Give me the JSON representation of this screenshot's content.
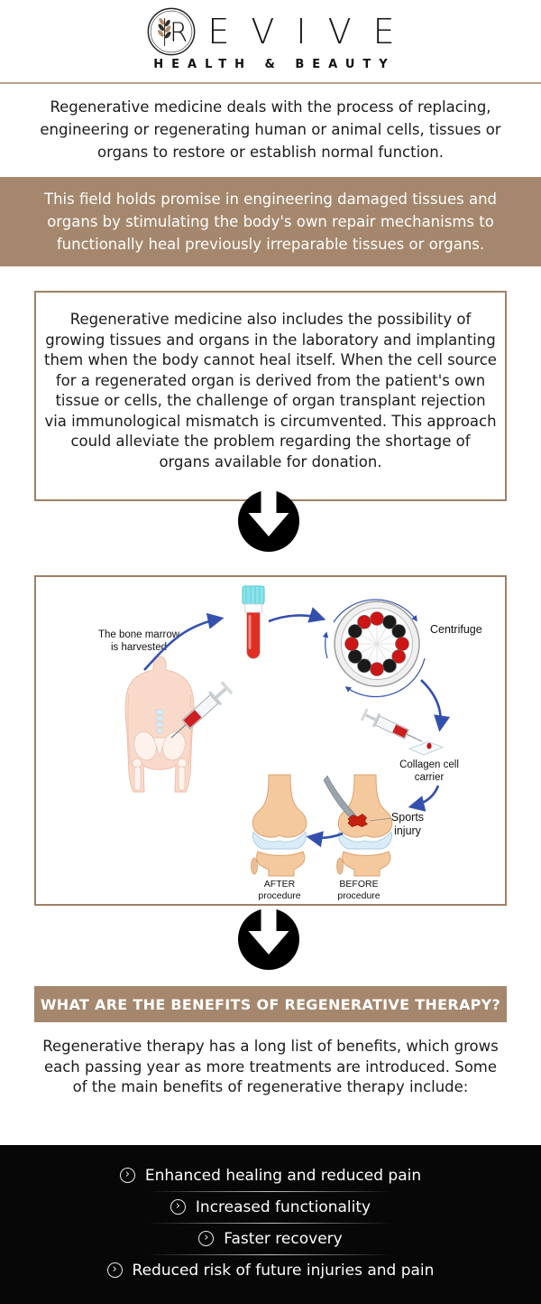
{
  "logo": {
    "brand_initial": "R",
    "brand_rest": "EVIVE",
    "tagline": "HEALTH & BEAUTY"
  },
  "intro": {
    "text": "Regenerative medicine deals with the process of replacing, engineering or regenerating human or animal cells, tissues or organs to restore or establish normal function."
  },
  "banner1": {
    "text": "This field holds promise in engineering damaged tissues and organs by stimulating the body's own repair mechanisms to functionally heal previously irreparable tissues or organs."
  },
  "box1": {
    "text": "Regenerative medicine also includes the possibility of growing tissues and organs in the laboratory and implanting them when the body cannot heal itself. When the cell source for a regenerated organ is derived from the patient's own tissue or cells, the challenge of organ transplant rejection via immunological mismatch is circumvented. This approach could alleviate the problem regarding the shortage of organs available for donation."
  },
  "diagram": {
    "labels": {
      "bone_marrow_1": "The bone marrow",
      "bone_marrow_2": "is harvested",
      "centrifuge": "Centrifuge",
      "collagen_1": "Collagen cell",
      "collagen_2": "carrier",
      "sports_1": "Sports",
      "sports_2": "injury",
      "after_1": "AFTER",
      "after_2": "procedure",
      "before_1": "BEFORE",
      "before_2": "procedure"
    }
  },
  "benefits": {
    "heading": "WHAT ARE THE BENEFITS OF REGENERATIVE THERAPY?",
    "text": "Regenerative therapy has a long list of benefits, which grows each passing year as more treatments are introduced. Some of the main benefits of regenerative therapy include:"
  },
  "footer": {
    "items": [
      {
        "label": "Enhanced healing and reduced pain"
      },
      {
        "label": "Increased functionality"
      },
      {
        "label": "Faster recovery"
      },
      {
        "label": "Reduced risk of future injuries and pain"
      }
    ]
  },
  "colors": {
    "accent_tan": "#a5876d",
    "border_tan": "#9f8166",
    "footer_black": "#070707",
    "diagram_blue": "#3350ae"
  }
}
